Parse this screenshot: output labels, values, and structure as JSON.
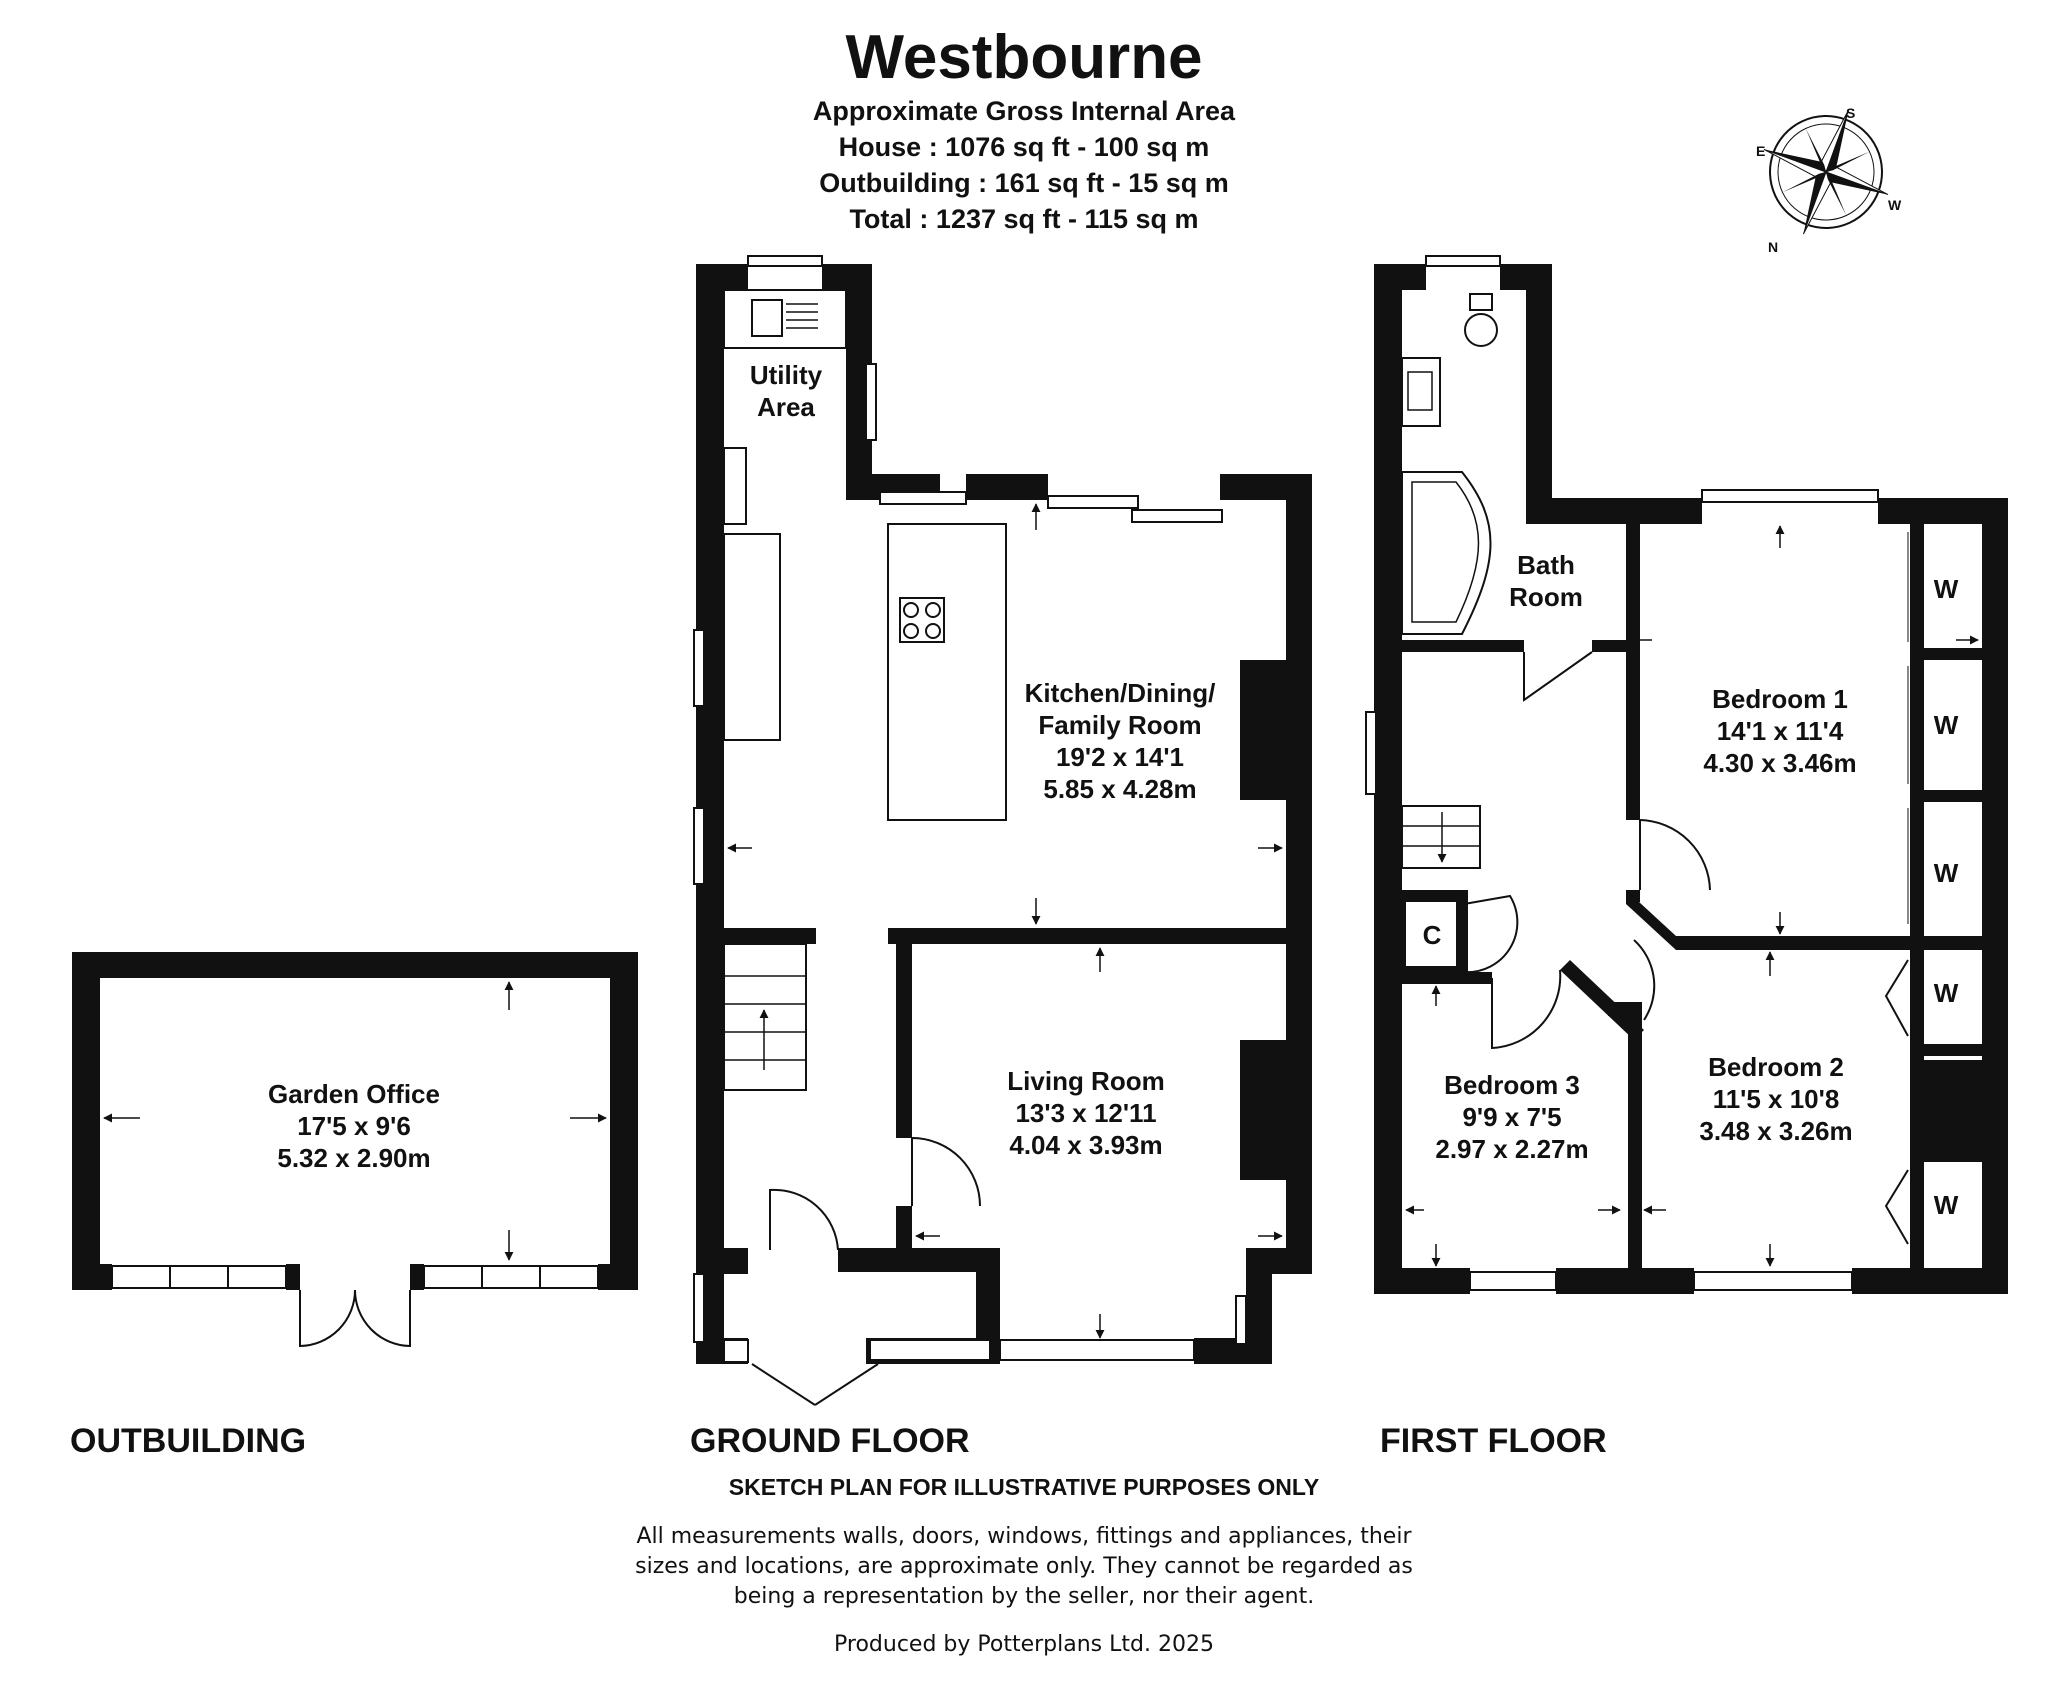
{
  "title": "Westbourne",
  "area": {
    "heading": "Approximate Gross Internal Area",
    "house": "House : 1076 sq ft - 100 sq m",
    "outbuilding": "Outbuilding : 161 sq ft - 15 sq m",
    "total": "Total : 1237 sq ft - 115 sq m"
  },
  "compass": {
    "n": "N",
    "s": "S",
    "e": "E",
    "w": "W"
  },
  "sections": {
    "outbuilding": "OUTBUILDING",
    "ground": "GROUND FLOOR",
    "first": "FIRST FLOOR"
  },
  "rooms": {
    "garden_office": {
      "name": "Garden Office",
      "imperial": "17'5 x 9'6",
      "metric": "5.32 x 2.90m"
    },
    "utility": {
      "line1": "Utility",
      "line2": "Area"
    },
    "kitchen": {
      "line1": "Kitchen/Dining/",
      "line2": "Family Room",
      "imperial": "19'2 x 14'1",
      "metric": "5.85 x 4.28m"
    },
    "living": {
      "name": "Living Room",
      "imperial": "13'3 x 12'11",
      "metric": "4.04 x 3.93m"
    },
    "bath": {
      "line1": "Bath",
      "line2": "Room"
    },
    "bedroom1": {
      "name": "Bedroom 1",
      "imperial": "14'1 x 11'4",
      "metric": "4.30 x 3.46m"
    },
    "bedroom2": {
      "name": "Bedroom 2",
      "imperial": "11'5 x 10'8",
      "metric": "3.48 x 3.26m"
    },
    "bedroom3": {
      "name": "Bedroom 3",
      "imperial": "9'9 x 7'5",
      "metric": "2.97 x 2.27m"
    },
    "cupboard": "C",
    "wardrobe": "W"
  },
  "disclaimer": {
    "heading": "SKETCH PLAN FOR ILLUSTRATIVE PURPOSES ONLY",
    "line1": "All measurements walls, doors, windows, fittings and appliances, their",
    "line2": "sizes and locations, are approximate only. They cannot be regarded as",
    "line3": "being a representation by the seller, nor their agent."
  },
  "producer": "Produced by Potterplans Ltd. 2025"
}
